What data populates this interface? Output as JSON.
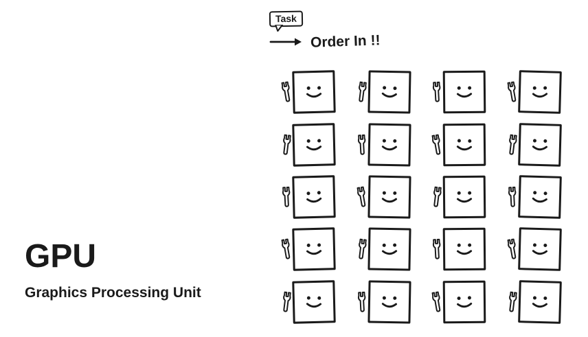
{
  "title": {
    "acronym": "GPU",
    "full_name": "Graphics Processing Unit"
  },
  "annotation": {
    "task_label": "Task",
    "order_text": "Order In !!"
  },
  "cores": {
    "rows": 5,
    "cols": 4,
    "count": 20,
    "icon": "wrench-icon",
    "face": "smiley-face"
  },
  "colors": {
    "ink": "#1a1a1a",
    "background": "#ffffff"
  }
}
